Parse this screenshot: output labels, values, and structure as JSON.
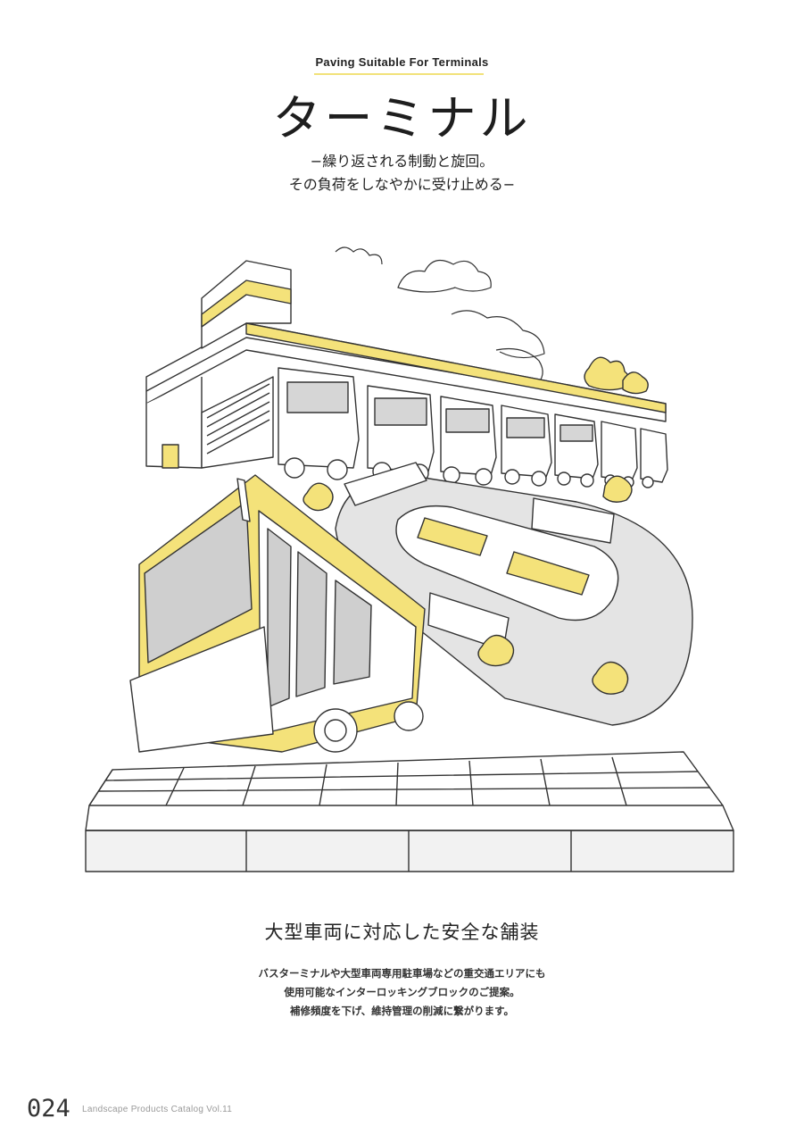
{
  "header": {
    "eyebrow": "Paving Suitable For Terminals",
    "title": "ターミナル",
    "subcopy": [
      "−繰り返される制動と旋回。",
      "その負荷をしなやかに受け止める−"
    ]
  },
  "illustration": {
    "subject": "terminal-illustration",
    "accent_color": "#f4e27a",
    "line_color": "#333333",
    "road_color": "#e4e4e4"
  },
  "section": {
    "heading": "大型車両に対応した安全な舗装",
    "body": [
      "バスターミナルや大型車両専用駐車場などの重交通エリアにも",
      "使用可能なインターロッキングブロックのご提案。",
      "補修頻度を下げ、維持管理の削減に繋がります。"
    ]
  },
  "footer": {
    "page_number": "024",
    "catalog_name": "Landscape Products Catalog Vol.11"
  }
}
